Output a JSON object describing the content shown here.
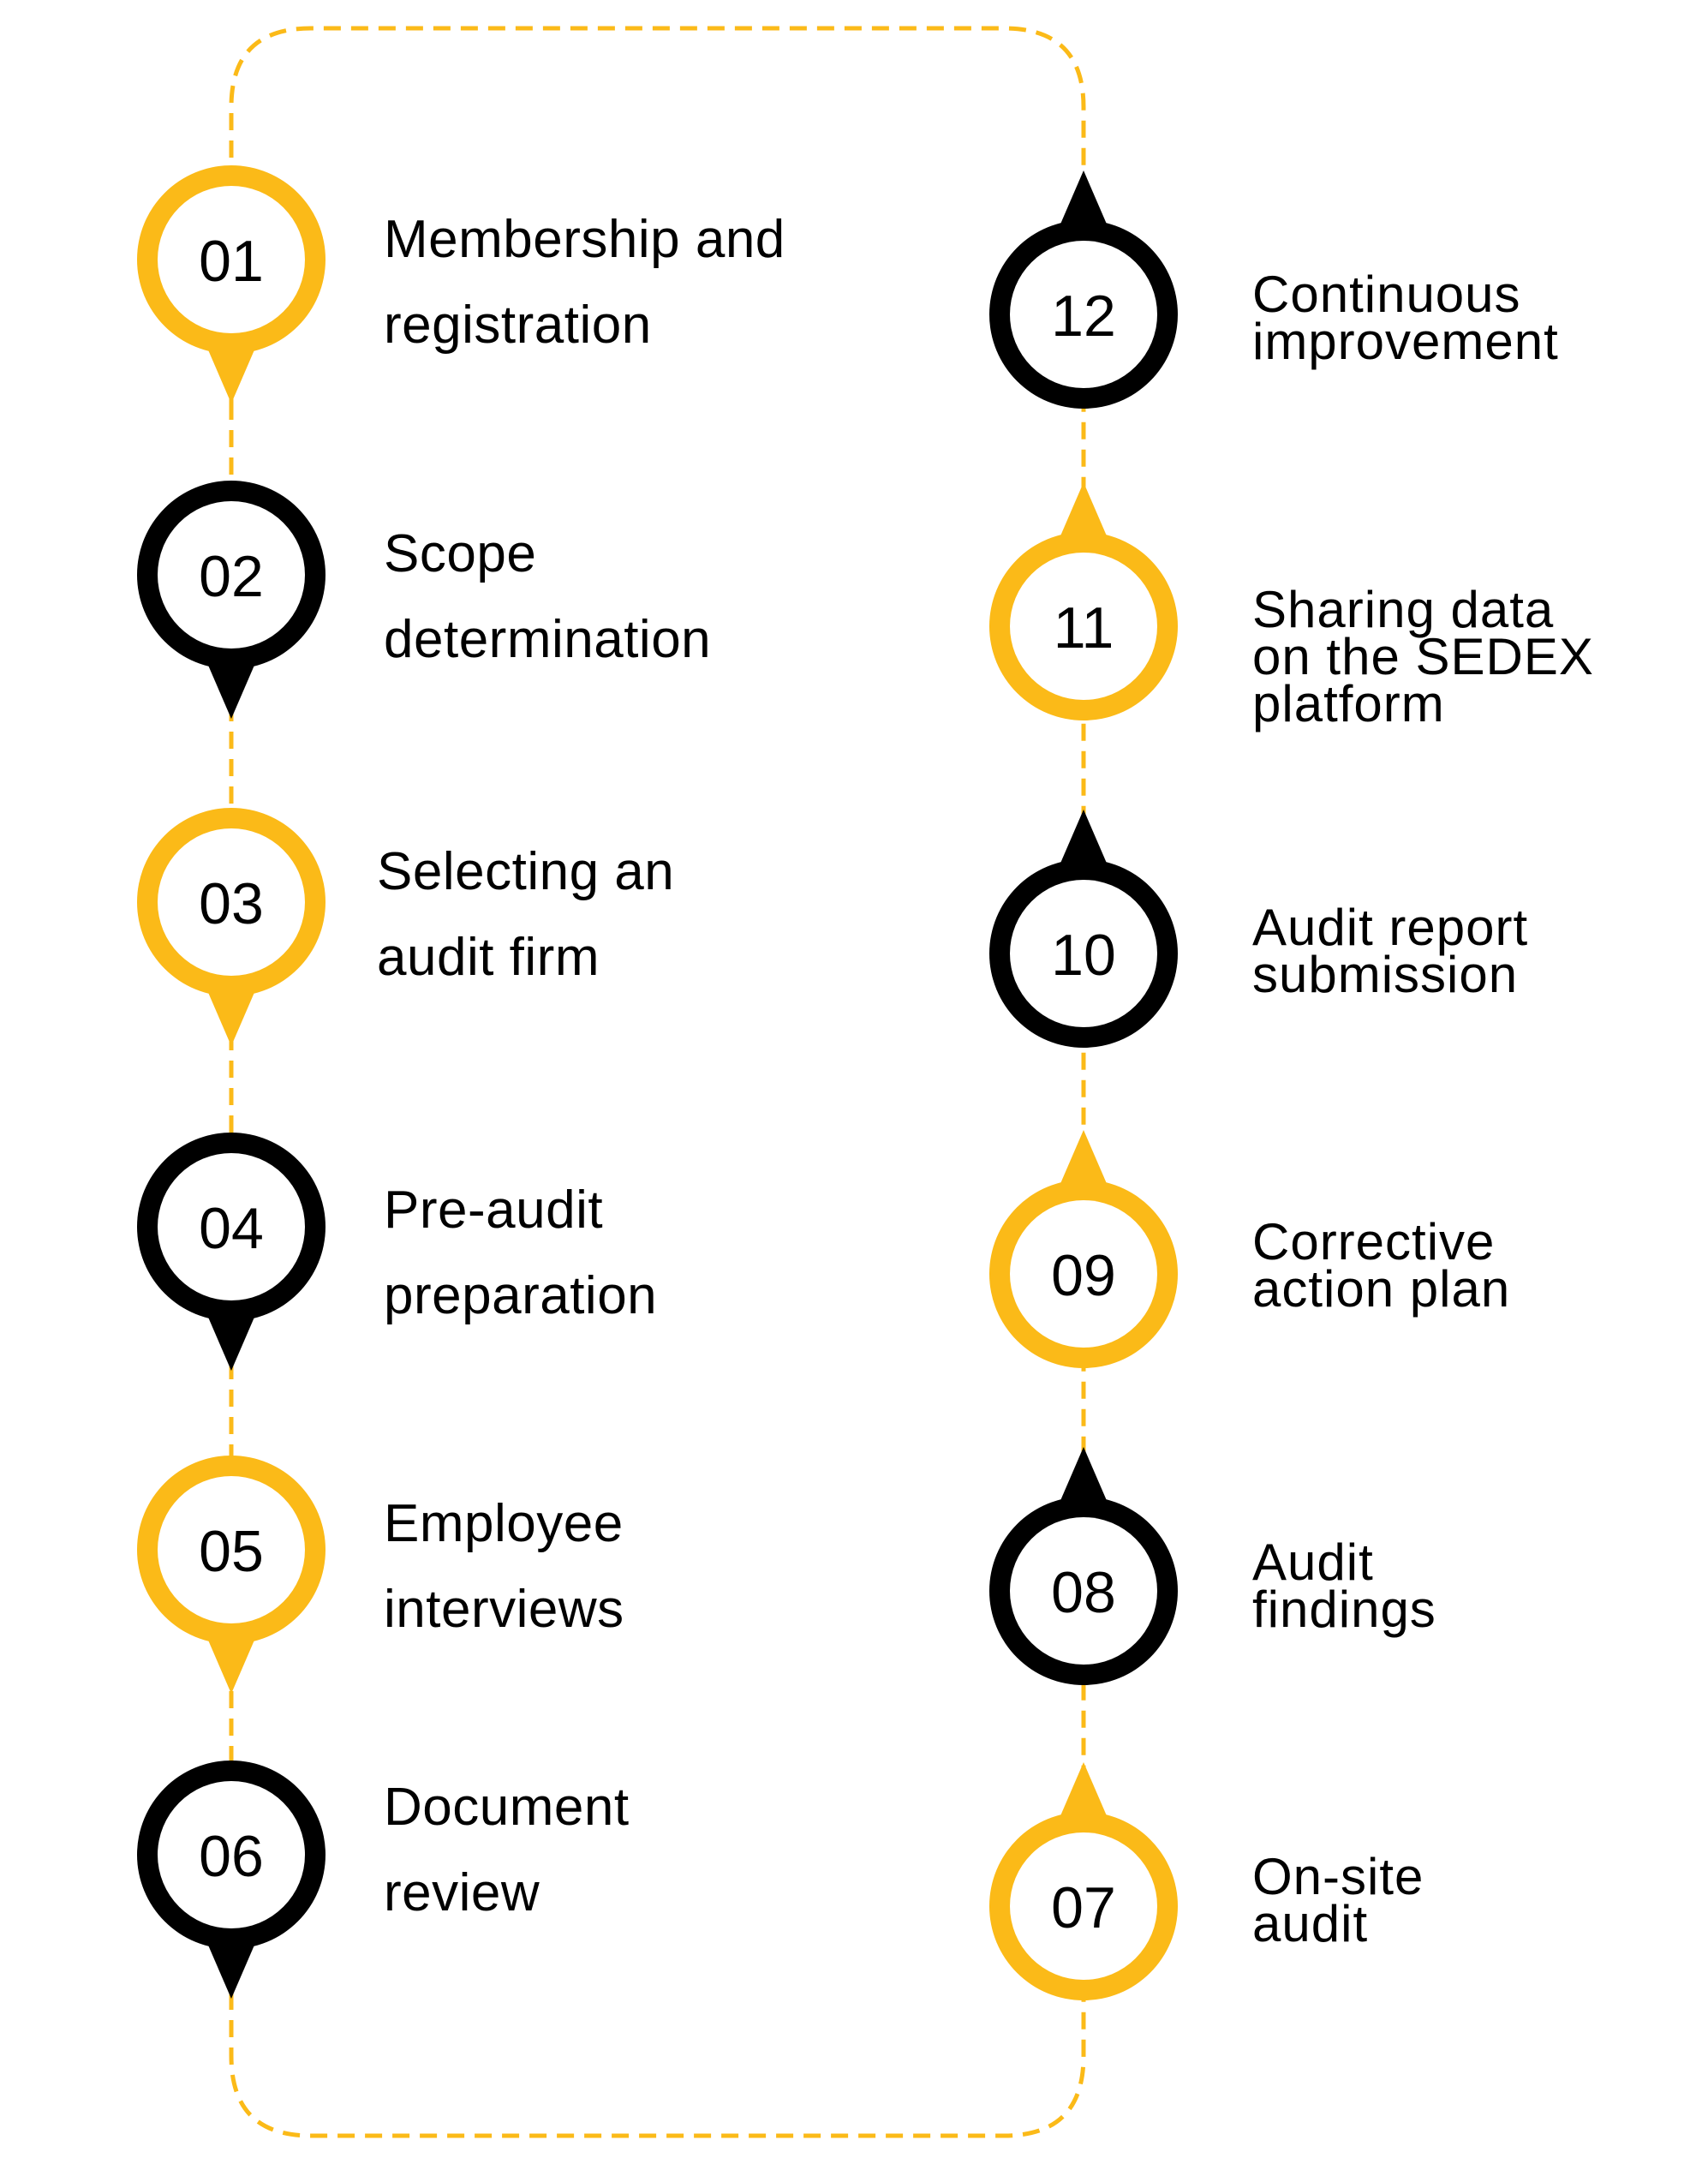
{
  "colors": {
    "accent_yellow": "#FBBA18",
    "accent_black": "#000000",
    "connector": "#FBBA18"
  },
  "steps": [
    {
      "number": "01",
      "lines": [
        "Membership and",
        "registration"
      ],
      "color": "yellow"
    },
    {
      "number": "02",
      "lines": [
        "Scope",
        "determination"
      ],
      "color": "black"
    },
    {
      "number": "03",
      "lines": [
        "Selecting an",
        "audit firm"
      ],
      "color": "yellow"
    },
    {
      "number": "04",
      "lines": [
        "Pre-audit",
        "preparation"
      ],
      "color": "black"
    },
    {
      "number": "05",
      "lines": [
        "Employee",
        "interviews"
      ],
      "color": "yellow"
    },
    {
      "number": "06",
      "lines": [
        "Document",
        "review"
      ],
      "color": "black"
    },
    {
      "number": "07",
      "lines": [
        "On-site",
        "audit"
      ],
      "color": "yellow"
    },
    {
      "number": "08",
      "lines": [
        "Audit",
        "findings"
      ],
      "color": "black"
    },
    {
      "number": "09",
      "lines": [
        "Corrective",
        "action plan"
      ],
      "color": "yellow"
    },
    {
      "number": "10",
      "lines": [
        "Audit report",
        "submission"
      ],
      "color": "black"
    },
    {
      "number": "11",
      "lines": [
        "Sharing data",
        "on the SEDEX",
        "platform"
      ],
      "color": "yellow"
    },
    {
      "number": "12",
      "lines": [
        "Continuous",
        "improvement"
      ],
      "color": "black"
    }
  ]
}
